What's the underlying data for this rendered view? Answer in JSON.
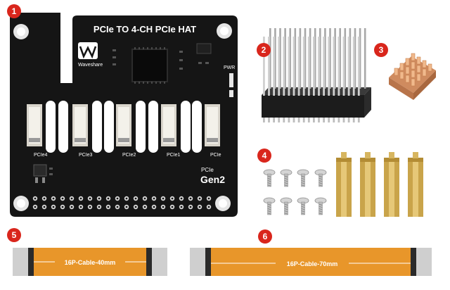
{
  "board": {
    "title": "PCIe TO 4-CH PCIe HAT",
    "brand": "Waveshare",
    "pwr_label": "PWR",
    "gen_label_top": "PCIe",
    "gen_label_bottom": "Gen2",
    "ports": [
      "PCIe4",
      "PCIe3",
      "PCIe2",
      "PCIe1",
      "PCIe"
    ]
  },
  "badges": [
    "1",
    "2",
    "3",
    "4",
    "5",
    "6"
  ],
  "cables": [
    {
      "label": "16P-Cable-40mm"
    },
    {
      "label": "16P-Cable-70mm"
    }
  ],
  "colors": {
    "badge": "#d9261c",
    "pcb": "#151515",
    "cable": "#e8962a",
    "brass": "#c9a44a",
    "copper": "#e2a071"
  }
}
